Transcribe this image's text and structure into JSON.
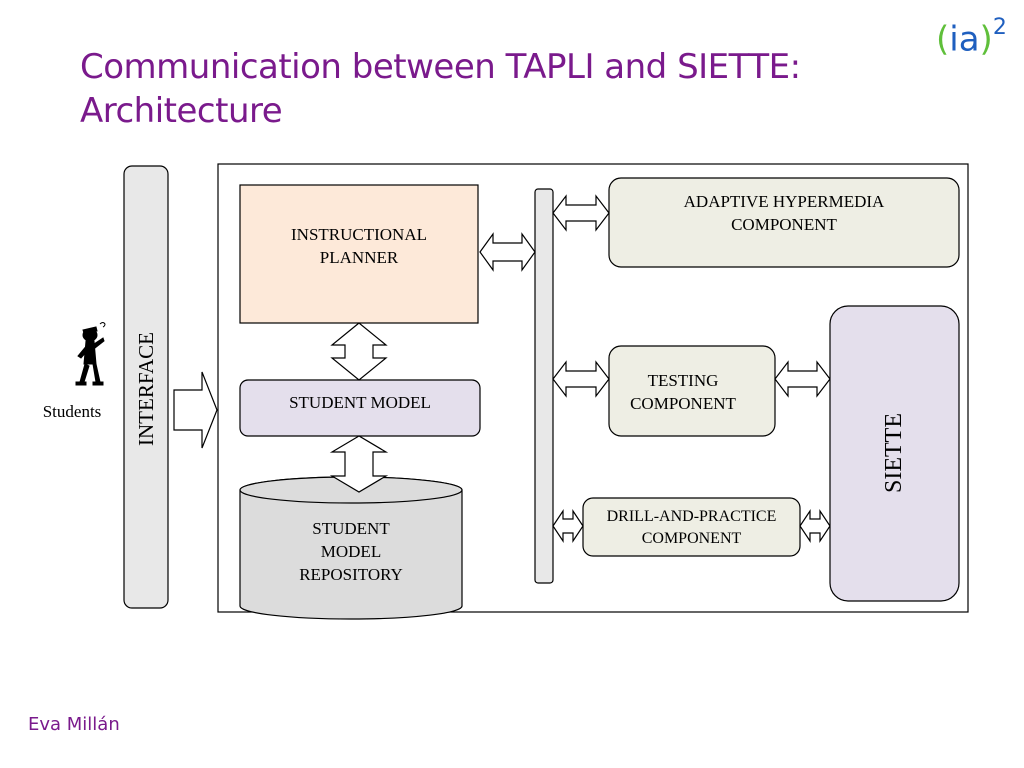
{
  "slide": {
    "title_line1": "Communication between TAPLI and SIETTE:",
    "title_line2": "Architecture",
    "author": "Eva Millán"
  },
  "logo": {
    "open_paren": "(",
    "text": "ia",
    "close_paren": ")",
    "superscript": "2"
  },
  "diagram": {
    "actor_label": "Students",
    "interface_label": "INTERFACE",
    "instructional_planner": [
      "INSTRUCTIONAL",
      "PLANNER"
    ],
    "student_model": "STUDENT MODEL",
    "student_model_repository": [
      "STUDENT",
      "MODEL",
      "REPOSITORY"
    ],
    "adaptive_hypermedia": [
      "ADAPTIVE HYPERMEDIA",
      "COMPONENT"
    ],
    "testing_component": [
      "TESTING",
      "COMPONENT"
    ],
    "drill_and_practice": [
      "DRILL-AND-PRACTICE",
      "COMPONENT"
    ],
    "siette_label": "SIETTE",
    "colors": {
      "planner_fill": "#fde9d9",
      "student_model_fill": "#e4dfec",
      "repository_fill": "#dcdcdc",
      "component_fill": "#eeeee4",
      "siette_fill": "#e4dfec",
      "interface_fill": "#e8e8e8",
      "bus_fill": "#e8e8e8"
    }
  }
}
